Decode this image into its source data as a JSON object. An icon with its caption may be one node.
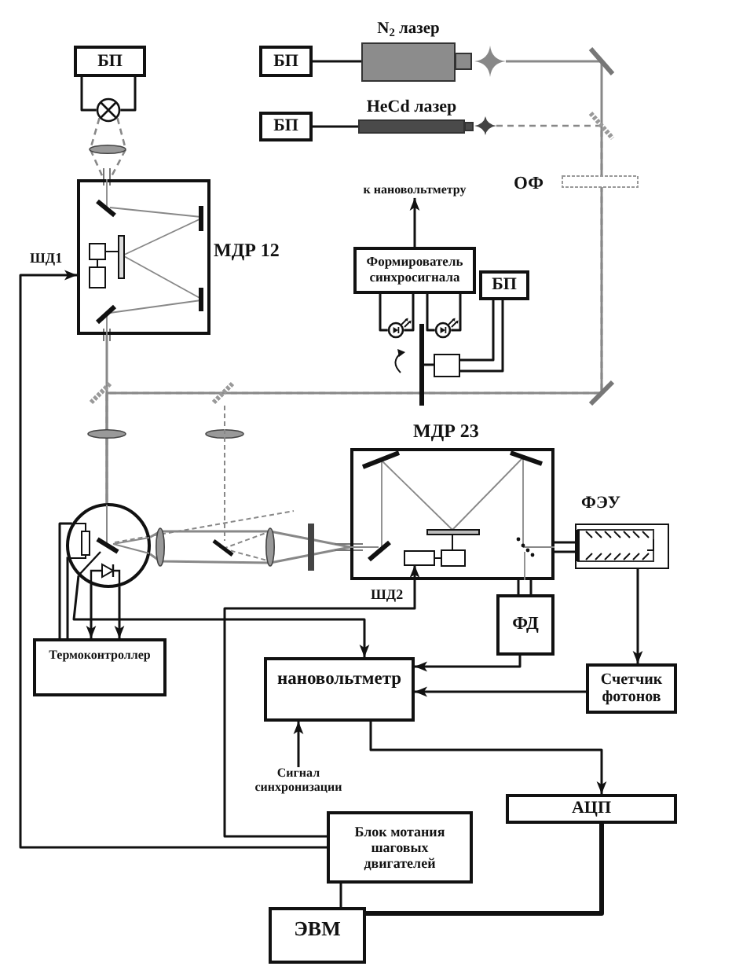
{
  "diagram": {
    "nodes": [
      {
        "text": [
          "БП"
        ]
      },
      {
        "text": [
          "БП"
        ]
      },
      {
        "text": [
          "N$_{2}$ лазер"
        ]
      },
      {
        "text": [],
        "shape": "circle"
      },
      {
        "text": [
          "БП"
        ]
      },
      {
        "text": [
          "HeCd лазер"
        ]
      },
      {
        "text": [
          "МДР 12"
        ]
      },
      {
        "text": [
          "к нановольтметру"
        ]
      },
      {
        "text": [
          "Формирователь синхросигнала"
        ]
      },
      {
        "text": [
          "БП"
        ]
      },
      {
        "text": [],
        "shape": "circle"
      },
      {
        "text": [],
        "shape": "circle"
      },
      {
        "text": [],
        "shape": "box"
      },
      {
        "text": [
          "МДР 23"
        ]
      },
      {
        "text": [],
        "shape": "box",
        "in": 13
      },
      {
        "text": [],
        "shape": "circle"
      },
      {
        "text": [
          "ФЭУ"
        ]
      },
      {
        "text": [
          "ФД"
        ]
      },
      {
        "text": [
          "Термоконтроллер"
        ]
      },
      {
        "text": [
          "нановольтметр"
        ]
      },
      {
        "text": [
          "Счетчик фотонов"
        ]
      },
      {
        "text": [
          "Сигнал синхронизации"
        ]
      },
      {
        "text": [
          "АЦП"
        ]
      },
      {
        "text": [
          "Блок мотания шаговых двигателей"
        ]
      },
      {
        "text": [
          "ЭВМ"
        ]
      },
      {
        "text": [],
        "shape": "bar"
      }
    ],
    "edges": [
      {
        "from": 0,
        "to": 3,
        "arrow": "none"
      },
      {
        "from": 0,
        "to": 3,
        "arrow": "none"
      },
      {
        "from": 1,
        "to": 2,
        "arrow": "none"
      },
      {
        "from": 4,
        "to": 5,
        "arrow": "none"
      },
      {
        "from": 8,
        "to": 7,
        "arrow": "to"
      },
      {
        "from": 8,
        "to": 10,
        "arrow": "none"
      },
      {
        "from": 8,
        "to": 10,
        "arrow": "none"
      },
      {
        "from": 8,
        "to": 11,
        "arrow": "none"
      },
      {
        "from": 8,
        "to": 11,
        "arrow": "none"
      },
      {
        "from": 9,
        "to": 12,
        "arrow": "none"
      },
      {
        "from": 9,
        "to": 12,
        "arrow": "none"
      },
      {
        "from": 23,
        "to": 6,
        "arrow": "to",
        "label": "ШД1"
      },
      {
        "from": 23,
        "to": 14,
        "arrow": "to",
        "label": "ШД2"
      },
      {
        "from": 13,
        "to": 16,
        "arrow": "none"
      },
      {
        "from": 13,
        "to": 16,
        "arrow": "none"
      },
      {
        "from": 13,
        "to": 17,
        "arrow": "none"
      },
      {
        "from": 13,
        "to": 17,
        "arrow": "none"
      },
      {
        "from": 15,
        "to": 18,
        "arrow": "none"
      },
      {
        "from": 15,
        "to": 18,
        "arrow": "none"
      },
      {
        "from": 15,
        "to": 18,
        "arrow": "to"
      },
      {
        "from": 15,
        "to": 18,
        "arrow": "to"
      },
      {
        "from": 15,
        "to": 19,
        "arrow": "to"
      },
      {
        "from": 16,
        "to": 20,
        "arrow": "to"
      },
      {
        "from": 17,
        "to": 19,
        "arrow": "to"
      },
      {
        "from": 20,
        "to": 19,
        "arrow": "to"
      },
      {
        "from": 21,
        "to": 19,
        "arrow": "to"
      },
      {
        "from": 19,
        "to": 22,
        "arrow": "to"
      },
      {
        "from": 22,
        "to": 24,
        "arrow": "none",
        "style": "thick"
      },
      {
        "from": 23,
        "to": 24,
        "arrow": "none"
      },
      {
        "from": 3,
        "to": 6,
        "arrow": "none",
        "style": "dashed",
        "color": "#888888"
      },
      {
        "from": 3,
        "to": 6,
        "arrow": "none",
        "style": "dashed",
        "color": "#888888"
      },
      {
        "from": 5,
        "to": 15,
        "arrow": "none",
        "style": "dashed",
        "color": "#888888"
      },
      {
        "from": 2,
        "to": 15,
        "arrow": "none",
        "color": "#888888"
      },
      {
        "from": 6,
        "to": 15,
        "arrow": "none",
        "color": "#888888"
      },
      {
        "from": 15,
        "to": 13,
        "arrow": "none",
        "color": "#888888"
      },
      {
        "from": 15,
        "to": 13,
        "arrow": "none",
        "color": "#888888"
      },
      {
        "from": 12,
        "to": 25,
        "arrow": "none"
      }
    ],
    "labels": [
      "ОФ"
    ]
  }
}
